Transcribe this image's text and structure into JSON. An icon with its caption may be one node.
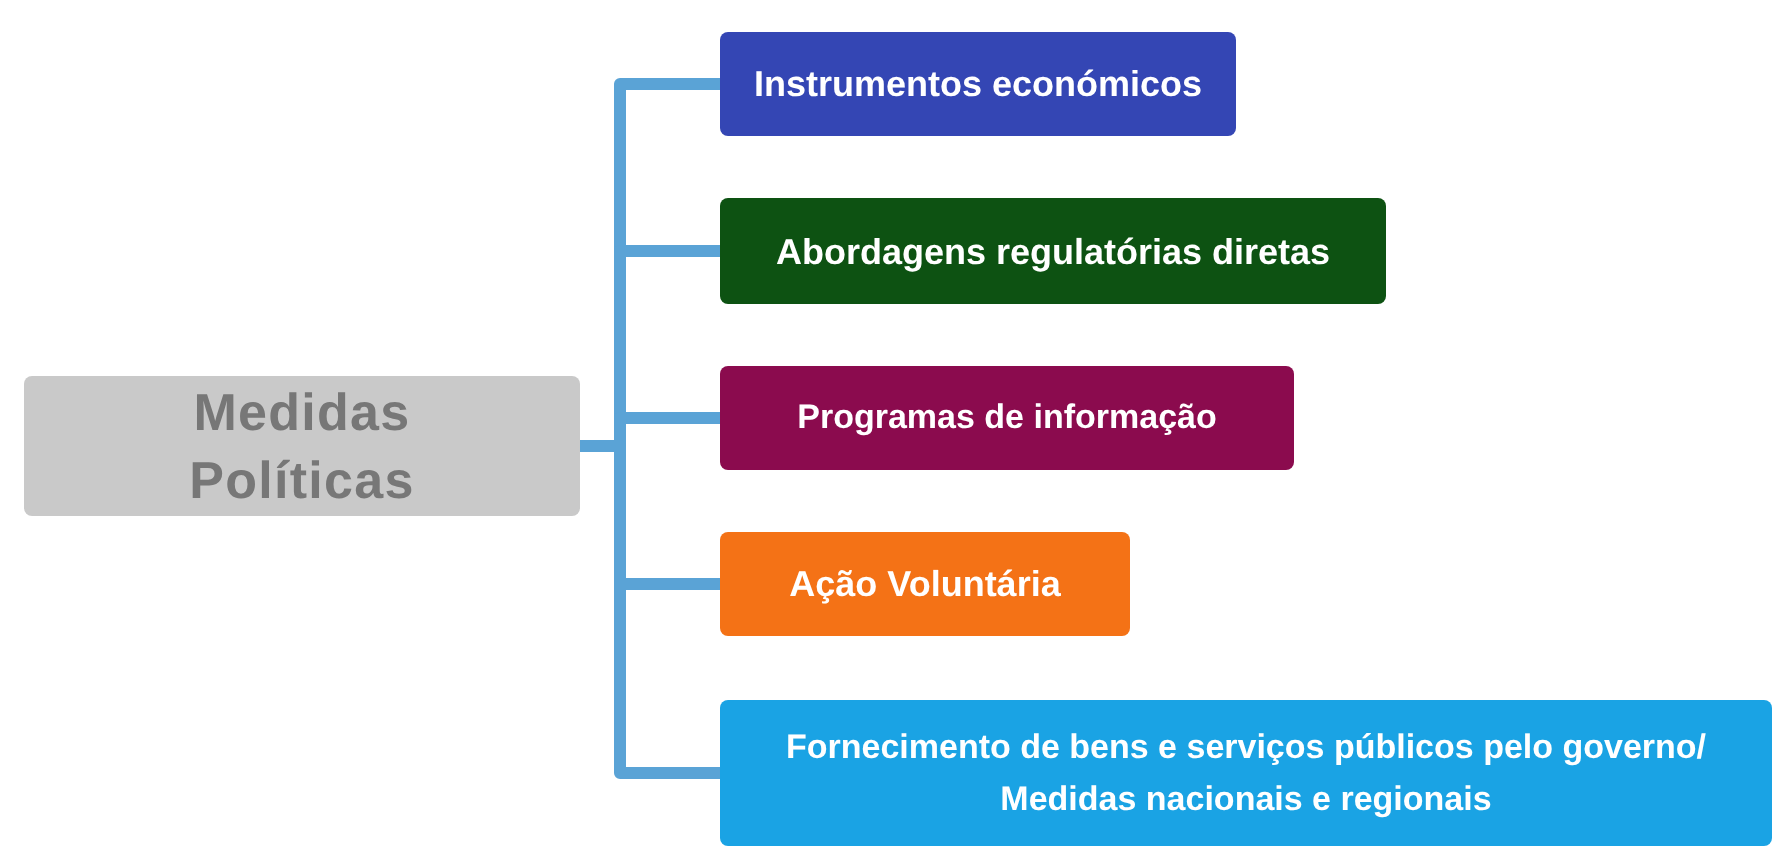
{
  "diagram": {
    "nodes": [
      {
        "text": [
          "Medidas Políticas"
        ]
      },
      {
        "text": [
          "Instrumentos económicos"
        ]
      },
      {
        "text": [
          "Abordagens regulatórias diretas"
        ]
      },
      {
        "text": [
          "Programas de informação"
        ]
      },
      {
        "text": [
          "Ação Voluntária"
        ]
      },
      {
        "text": [
          "Fornecimento de bens e serviços públicos pelo governo/ Medidas nacionais e regionais"
        ]
      }
    ],
    "edges": [
      {
        "from": 0,
        "to": 1,
        "arrow": "none"
      },
      {
        "from": 0,
        "to": 2,
        "arrow": "none"
      },
      {
        "from": 0,
        "to": 3,
        "arrow": "none"
      },
      {
        "from": 0,
        "to": 4,
        "arrow": "none"
      },
      {
        "from": 0,
        "to": 5,
        "arrow": "none"
      }
    ]
  }
}
